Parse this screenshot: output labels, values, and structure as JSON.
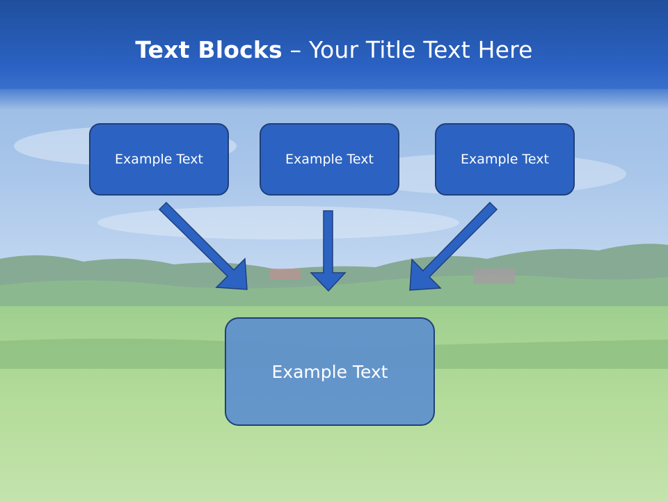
{
  "slide": {
    "title_bold": "Text Blocks",
    "title_sep": " – ",
    "title_rest": "Your Title Text Here"
  },
  "blocks": [
    {
      "label": "Example Text"
    },
    {
      "label": "Example Text"
    },
    {
      "label": "Example Text"
    },
    {
      "label": "Example Text"
    }
  ],
  "colors": {
    "title_band": "#2a5fc0",
    "block_fill": "#2c63c2",
    "block_border": "#1f3f7a",
    "result_fill": "#5d8fce",
    "arrow_fill": "#2c63c2"
  },
  "icons": [
    "arrow-down-right-icon",
    "arrow-down-icon",
    "arrow-down-left-icon"
  ]
}
